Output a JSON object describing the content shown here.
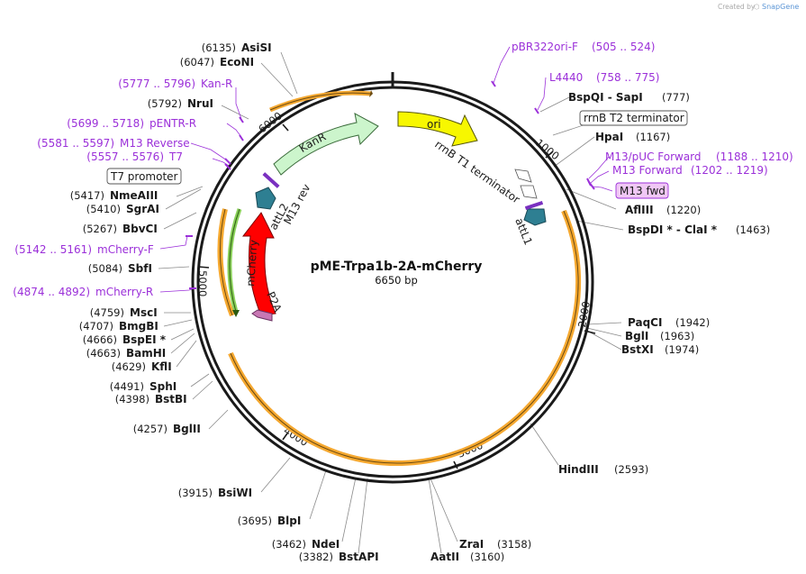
{
  "credit": {
    "text": "Created by",
    "logo": "SnapGene"
  },
  "plasmid": {
    "name": "pME-Trpa1b-2A-mCherry",
    "length": 6650,
    "length_label": "6650 bp"
  },
  "ruler_ticks": [
    {
      "bp": 1000,
      "label": "1000"
    },
    {
      "bp": 2000,
      "label": "2000"
    },
    {
      "bp": 3000,
      "label": "3000"
    },
    {
      "bp": 4000,
      "label": "4000"
    },
    {
      "bp": 5000,
      "label": "5000"
    },
    {
      "bp": 6000,
      "label": "6000"
    }
  ],
  "colors": {
    "backbone": "#1a1a1a",
    "primer": "#9b30d9",
    "orf_outline": "#f5a830",
    "KanR": "#ccf5cc",
    "ori": "#f7f700",
    "mCherry": "#ff0000",
    "attL": "#2e7f92",
    "P2A": "#c878b4",
    "terminator": "#ffffff"
  },
  "features": [
    {
      "name": "ori",
      "label": "ori",
      "type": "rep_origin",
      "color_key": "ori"
    },
    {
      "name": "KanR",
      "label": "KanR",
      "type": "gene",
      "color_key": "KanR"
    },
    {
      "name": "mCherry",
      "label": "mCherry",
      "type": "gene",
      "color_key": "mCherry"
    },
    {
      "name": "P2A",
      "label": "P2A",
      "type": "cds",
      "color_key": "P2A"
    },
    {
      "name": "attL1",
      "label": "attL1",
      "type": "misc",
      "color_key": "attL"
    },
    {
      "name": "attL2",
      "label": "attL2",
      "type": "misc",
      "color_key": "attL"
    },
    {
      "name": "rrnB-T1",
      "label": "rrnB T1 terminator",
      "type": "terminator",
      "color_key": "terminator"
    },
    {
      "name": "M13-rev",
      "label": "M13 rev",
      "type": "primer_bind",
      "color_key": "primer"
    }
  ],
  "feature_callouts": [
    {
      "label": "rrnB T2 terminator",
      "type": "terminator"
    },
    {
      "label": "T7 promoter",
      "type": "promoter"
    },
    {
      "label": "M13 fwd",
      "type": "primer_bind"
    }
  ],
  "restriction_sites": [
    {
      "name": "AsiSI",
      "pos": "(6135)"
    },
    {
      "name": "EcoNI",
      "pos": "(6047)"
    },
    {
      "name": "NruI",
      "pos": "(5792)"
    },
    {
      "name": "NmeAIII",
      "pos": "(5417)"
    },
    {
      "name": "SgrAI",
      "pos": "(5410)"
    },
    {
      "name": "BbvCI",
      "pos": "(5267)"
    },
    {
      "name": "SbfI",
      "pos": "(5084)"
    },
    {
      "name": "MscI",
      "pos": "(4759)"
    },
    {
      "name": "BmgBI",
      "pos": "(4707)"
    },
    {
      "name": "BspEI *",
      "pos": "(4666)"
    },
    {
      "name": "BamHI",
      "pos": "(4663)"
    },
    {
      "name": "KflI",
      "pos": "(4629)"
    },
    {
      "name": "SphI",
      "pos": "(4491)"
    },
    {
      "name": "BstBI",
      "pos": "(4398)"
    },
    {
      "name": "BglII",
      "pos": "(4257)"
    },
    {
      "name": "BsiWI",
      "pos": "(3915)"
    },
    {
      "name": "BlpI",
      "pos": "(3695)"
    },
    {
      "name": "NdeI",
      "pos": "(3462)"
    },
    {
      "name": "BstAPI",
      "pos": "(3382)"
    },
    {
      "name": "ZraI",
      "pos": "(3158)"
    },
    {
      "name": "AatII",
      "pos": "(3160)"
    },
    {
      "name": "HindIII",
      "pos": "(2593)"
    },
    {
      "name": "PaqCI",
      "pos": "(1942)"
    },
    {
      "name": "BglI",
      "pos": "(1963)"
    },
    {
      "name": "BstXI",
      "pos": "(1974)"
    },
    {
      "name": "BspDI *  -  ClaI *",
      "pos": "(1463)"
    },
    {
      "name": "AflIII",
      "pos": "(1220)"
    },
    {
      "name": "HpaI",
      "pos": "(1167)"
    },
    {
      "name": "BspQI  -  SapI",
      "pos": "(777)"
    }
  ],
  "primers": [
    {
      "name": "pBR322ori-F",
      "range": "(505 .. 524)"
    },
    {
      "name": "L4440",
      "range": "(758 .. 775)"
    },
    {
      "name": "M13/pUC Forward",
      "range": "(1188 .. 1210)"
    },
    {
      "name": "M13 Forward",
      "range": "(1202 .. 1219)"
    },
    {
      "name": "Kan-R",
      "range": "(5777 .. 5796)"
    },
    {
      "name": "pENTR-R",
      "range": "(5699 .. 5718)"
    },
    {
      "name": "M13 Reverse",
      "range": "(5581 .. 5597)"
    },
    {
      "name": "T7",
      "range": "(5557 .. 5576)"
    },
    {
      "name": "mCherry-F",
      "range": "(5142 .. 5161)"
    },
    {
      "name": "mCherry-R",
      "range": "(4874 .. 4892)"
    }
  ]
}
